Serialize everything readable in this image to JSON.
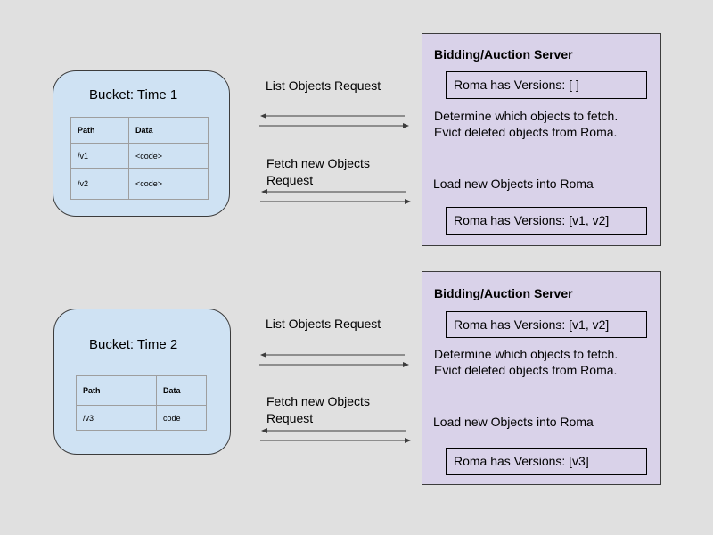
{
  "panels": [
    {
      "bucket": {
        "title": "Bucket: Time 1",
        "table": {
          "headers": [
            "Path",
            "Data"
          ],
          "rows": [
            [
              "/v1",
              "<code>"
            ],
            [
              "/v2",
              "<code>"
            ]
          ]
        }
      },
      "requests": {
        "list": "List Objects Request",
        "fetch_line1": "Fetch new Objects",
        "fetch_line2": "Request"
      },
      "server": {
        "title": "Bidding/Auction Server",
        "versions_before": "Roma has Versions: [ ]",
        "determine": "Determine which objects to fetch.",
        "evict": "Evict deleted objects from Roma.",
        "load": "Load new Objects into Roma",
        "versions_after": "Roma has Versions: [v1, v2]"
      }
    },
    {
      "bucket": {
        "title": "Bucket: Time 2",
        "table": {
          "headers": [
            "Path",
            "Data"
          ],
          "rows": [
            [
              "/v3",
              "code"
            ]
          ]
        }
      },
      "requests": {
        "list": "List Objects Request",
        "fetch_line1": "Fetch new Objects",
        "fetch_line2": "Request"
      },
      "server": {
        "title": "Bidding/Auction Server",
        "versions_before": "Roma has Versions: [v1, v2]",
        "determine": "Determine which objects to fetch.",
        "evict": "Evict deleted objects from Roma.",
        "load": "Load new Objects into Roma",
        "versions_after": "Roma has Versions: [v3]"
      }
    }
  ],
  "colors": {
    "background": "#e0e0e0",
    "bucket_fill": "#cfe2f3",
    "server_fill": "#d9d2e9",
    "stroke": "#3c3c3c"
  }
}
